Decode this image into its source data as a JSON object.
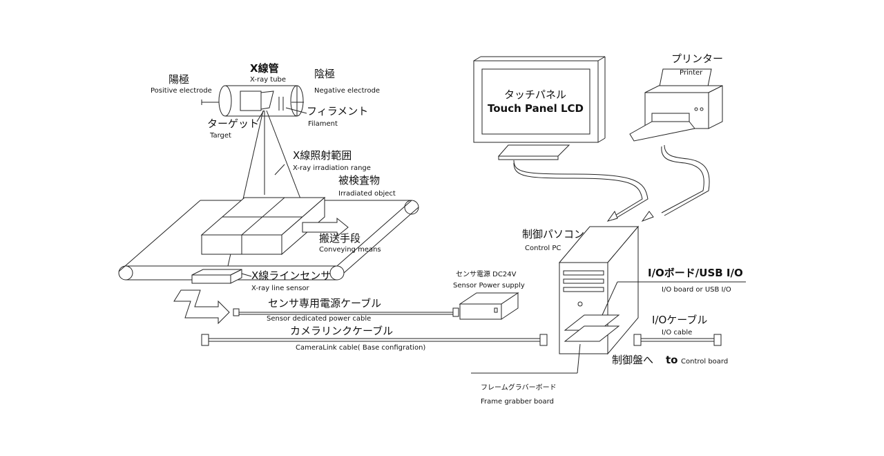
{
  "labels": {
    "xray_tube_jp": "X線管",
    "xray_tube_en": "X-ray tube",
    "positive_jp": "陽極",
    "positive_en": "Positive electrode",
    "negative_jp": "陰極",
    "negative_en": "Negative electrode",
    "filament_jp": "フィラメント",
    "filament_en": "Filament",
    "target_jp": "ターゲット",
    "target_en": "Target",
    "irradiation_jp": "X線照射範囲",
    "irradiation_en": "X-ray irradiation range",
    "object_jp": "被検査物",
    "object_en": "Irradiated object",
    "conveying_jp": "搬送手段",
    "conveying_en": "Conveying means",
    "line_sensor_jp": "X線ラインセンサ",
    "line_sensor_en": "X-ray line sensor",
    "power_supply_jp": "センサ電源 DC24V",
    "power_supply_en": "Sensor Power supply",
    "power_cable_jp": "センサ専用電源ケーブル",
    "power_cable_en": "Sensor dedicated power cable",
    "cameralink_jp": "カメラリンクケーブル",
    "cameralink_en": "CameraLink cable( Base configration)",
    "touch_panel_jp": "タッチパネル",
    "touch_panel_en": "Touch Panel LCD",
    "printer_jp": "プリンター",
    "printer_en": "Printer",
    "control_pc_jp": "制御パソコン",
    "control_pc_en": "Control PC",
    "io_board_jp": "I/Oボード/USB I/O",
    "io_board_en": "I/O board or USB I/O",
    "io_cable_jp": "I/Oケーブル",
    "io_cable_en": "I/O cable",
    "control_board_jp": "制御盤へ",
    "control_board_to": "to",
    "control_board_en": "Control board",
    "frame_grabber_jp": "フレームグラバーボード",
    "frame_grabber_en": "Frame grabber board"
  }
}
